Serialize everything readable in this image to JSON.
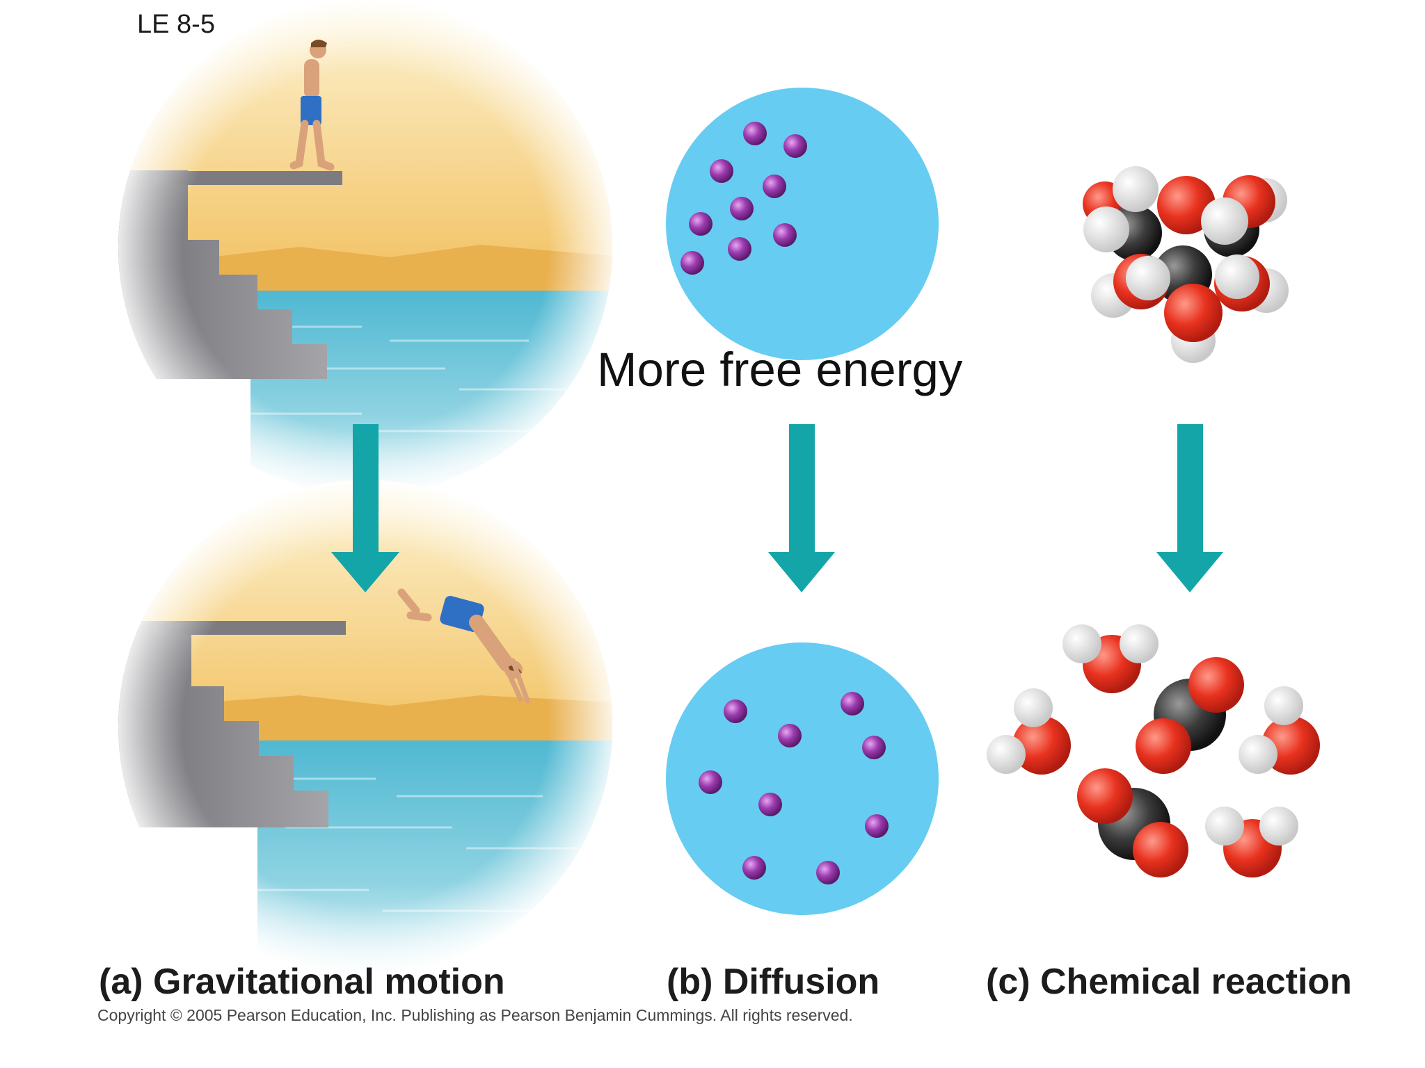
{
  "slide_label": "LE 8-5",
  "energy_label": "More free energy",
  "captions": {
    "a": "(a) Gravitational motion",
    "b": "(b) Diffusion",
    "c": "(c) Chemical reaction"
  },
  "copyright": "Copyright © 2005 Pearson Education, Inc. Publishing as Pearson Benjamin Cummings. All rights reserved.",
  "colors": {
    "arrow": "#14a5a8",
    "diffusion_fluid": "#66ccf2",
    "particle": "#9c3bb0",
    "oxygen_atom": "#e8321f",
    "hydrogen_atom": "#e4e4e4",
    "carbon_atom": "#3c3c3c",
    "sky": "#f6d27a",
    "water": "#6ec3d8",
    "stairs": "#8f8f95"
  }
}
